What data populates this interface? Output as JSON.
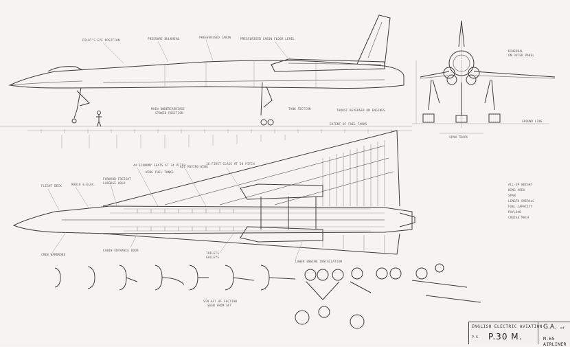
{
  "title_block": {
    "company": "ENGLISH ELECTRIC AVIATION",
    "drawing_label": "P.S.",
    "drawing_no": "P.30 M.",
    "sheet_title": "G.A.",
    "sheet_of": "of",
    "aircraft": "M-65 AIRLINER"
  },
  "colors": {
    "paper": "#f5f4f0",
    "ink": "#3a3a3a"
  }
}
